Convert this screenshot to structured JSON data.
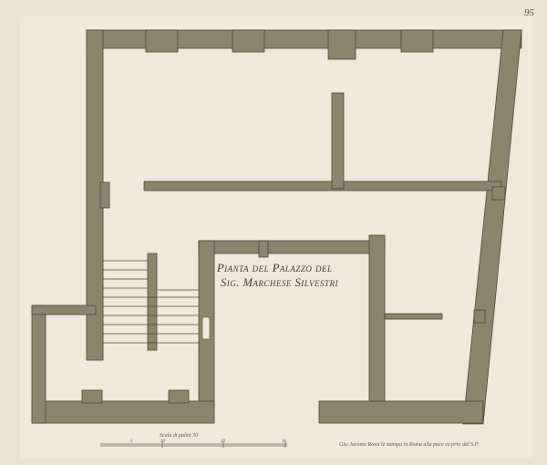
{
  "title": {
    "line1": "Pianta del Palazzo del",
    "line2": "Sig. Marchese Silvestri"
  },
  "scale": {
    "label": "Scala di palmi 30",
    "ticks": [
      "5",
      "10",
      "20",
      "30"
    ]
  },
  "credit": "Gio. Iacomo Rossi le stampa in Roma alla pace co priv. del S.P.",
  "page_number": "95",
  "colors": {
    "paper": "#efe9da",
    "wall": "#8b856b",
    "ink": "#3d3a30"
  }
}
